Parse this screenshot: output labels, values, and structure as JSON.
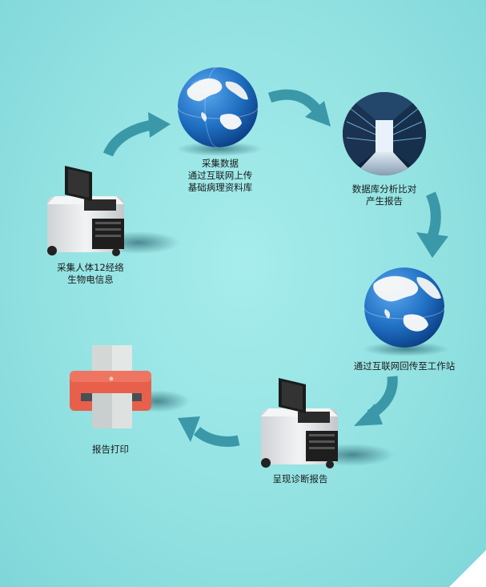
{
  "steps": {
    "collect_signal": {
      "line1": "采集人体12经络",
      "line2": "生物电信息"
    },
    "collect_upload": {
      "line1": "采集数据",
      "line2": "通过互联网上传",
      "line3": "基础病理资料库"
    },
    "database_analysis": {
      "line1": "数据库分析比对",
      "line2": "产生报告"
    },
    "return_workstation": {
      "line1": "通过互联网回传至工作站"
    },
    "present_diagnosis": {
      "line1": "呈现诊断报告"
    },
    "print_report": {
      "line1": "报告打印"
    }
  },
  "icons": {
    "device": "medical-terminal-icon",
    "globe": "globe-icon",
    "datacenter": "server-room-icon",
    "printer": "printer-icon",
    "arrow": "curved-arrow-icon"
  },
  "colors": {
    "background": "#93e2e2",
    "arrow": "#3a98a8",
    "globe_ocean": "#1f6fc2",
    "printer_body": "#e8604c",
    "device_body": "#e6e8ea",
    "device_screen": "#1e1e1e"
  }
}
